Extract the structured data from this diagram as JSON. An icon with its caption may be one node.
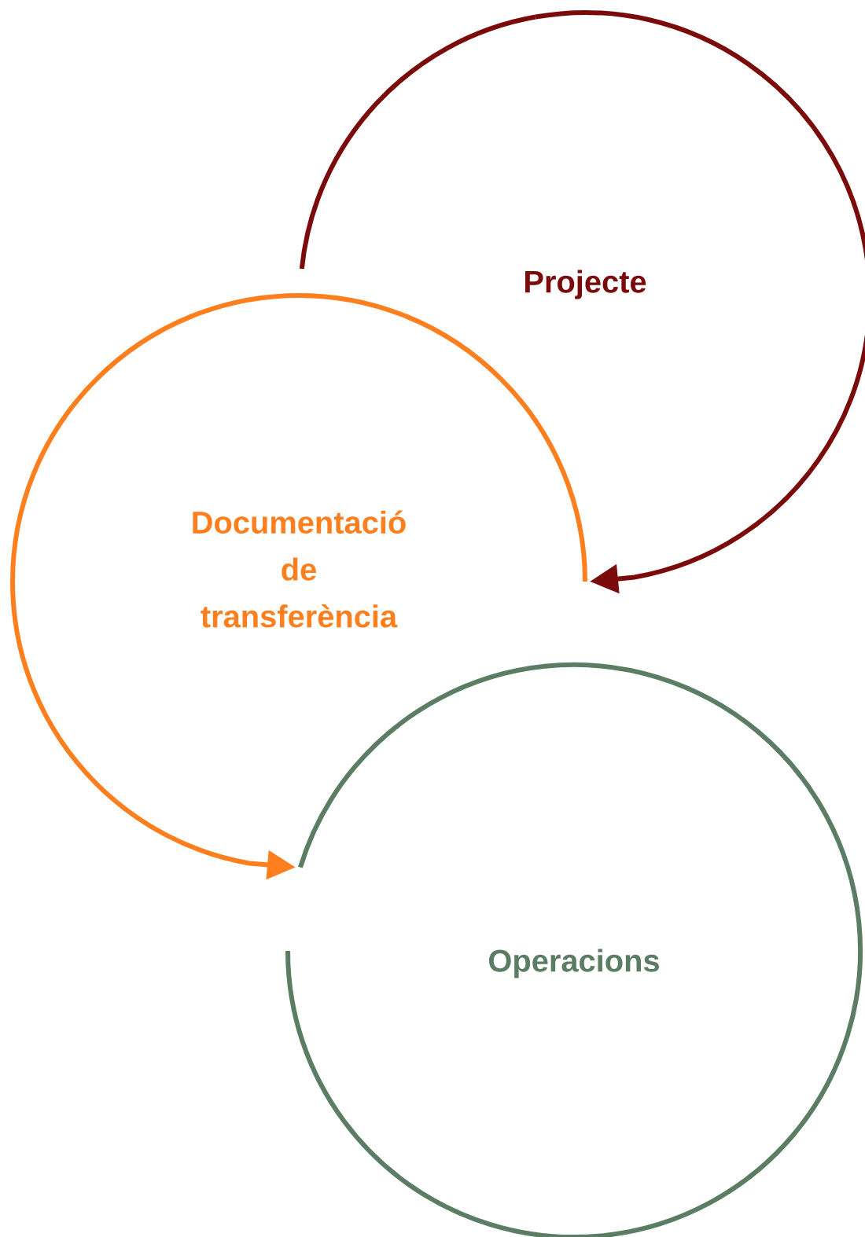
{
  "diagram": {
    "nodes": [
      {
        "text": [
          "Projecte"
        ]
      },
      {
        "text": [
          "Documentació de transferència"
        ]
      },
      {
        "text": [
          "Operacions"
        ]
      }
    ],
    "edges": [
      {
        "from": 0,
        "to": 1,
        "arrow": "to",
        "color": "#7b0a0a"
      },
      {
        "from": 1,
        "to": 2,
        "arrow": "to",
        "color": "#ff7f1e"
      }
    ]
  }
}
